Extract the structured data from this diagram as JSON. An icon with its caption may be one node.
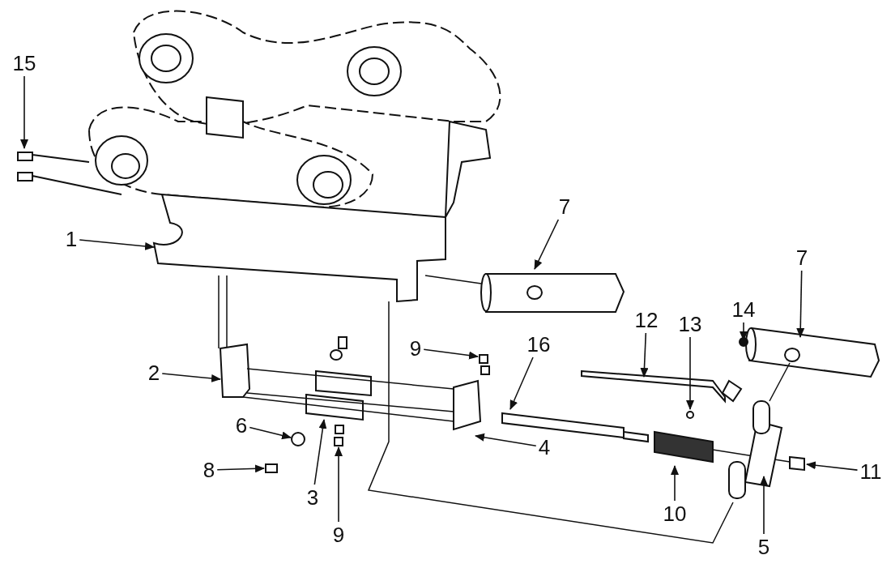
{
  "diagram": {
    "nodes": [
      {
        "text": [
          "15"
        ]
      },
      {
        "text": [
          "1"
        ]
      },
      {
        "text": [
          "7"
        ]
      },
      {
        "text": [
          "7"
        ]
      },
      {
        "text": [
          "14"
        ]
      },
      {
        "text": [
          "12"
        ]
      },
      {
        "text": [
          "13"
        ]
      },
      {
        "text": [
          "9"
        ]
      },
      {
        "text": [
          "16"
        ]
      },
      {
        "text": [
          "2"
        ]
      },
      {
        "text": [
          "6"
        ]
      },
      {
        "text": [
          "4"
        ]
      },
      {
        "text": [
          "8"
        ]
      },
      {
        "text": [
          "11"
        ]
      },
      {
        "text": [
          "3"
        ]
      },
      {
        "text": [
          "10"
        ]
      },
      {
        "text": [
          "9"
        ]
      },
      {
        "text": [
          "5"
        ]
      }
    ],
    "edges": [
      {
        "from": 0,
        "to": null,
        "arrow": "to"
      },
      {
        "from": 1,
        "to": null,
        "arrow": "to"
      },
      {
        "from": 2,
        "to": null,
        "arrow": "to"
      },
      {
        "from": 3,
        "to": null,
        "arrow": "to"
      },
      {
        "from": 4,
        "to": null,
        "arrow": "to"
      },
      {
        "from": 5,
        "to": null,
        "arrow": "to"
      },
      {
        "from": 6,
        "to": null,
        "arrow": "to"
      },
      {
        "from": 7,
        "to": null,
        "arrow": "to"
      },
      {
        "from": 8,
        "to": null,
        "arrow": "to"
      },
      {
        "from": 9,
        "to": null,
        "arrow": "to"
      },
      {
        "from": 10,
        "to": null,
        "arrow": "to"
      },
      {
        "from": 11,
        "to": null,
        "arrow": "to"
      },
      {
        "from": 12,
        "to": null,
        "arrow": "to"
      },
      {
        "from": 13,
        "to": null,
        "arrow": "to"
      },
      {
        "from": 14,
        "to": null,
        "arrow": "to"
      },
      {
        "from": 15,
        "to": null,
        "arrow": "to"
      },
      {
        "from": 16,
        "to": null,
        "arrow": "to"
      },
      {
        "from": 17,
        "to": null,
        "arrow": "to"
      }
    ]
  }
}
